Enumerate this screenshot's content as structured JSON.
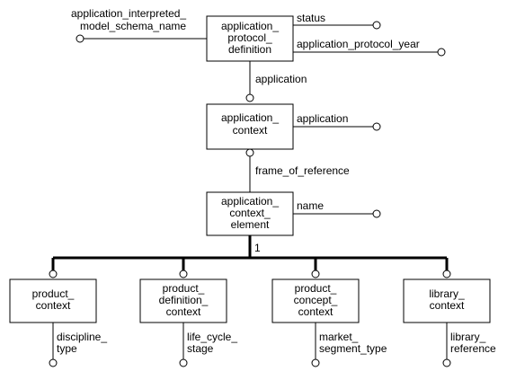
{
  "entities": {
    "application_protocol_definition": [
      "application_",
      "protocol_",
      "definition"
    ],
    "application_context": [
      "application_",
      "context"
    ],
    "application_context_element": [
      "application_",
      "context_",
      "element"
    ],
    "product_context": [
      "product_",
      "context"
    ],
    "product_definition_context": [
      "product_",
      "definition_",
      "context"
    ],
    "product_concept_context": [
      "product_",
      "concept_",
      "context"
    ],
    "library_context": [
      "library_",
      "context"
    ]
  },
  "attributes": {
    "application_interpreted_model_schema_name": [
      "application_interpreted_",
      "model_schema_name"
    ],
    "status": "status",
    "application_protocol_year": "application_protocol_year",
    "apd_application": "application",
    "ac_application": "application",
    "frame_of_reference": "frame_of_reference",
    "name": "name",
    "discipline_type": [
      "discipline_",
      "type"
    ],
    "life_cycle_stage": [
      "life_cycle_",
      "stage"
    ],
    "market_segment_type": [
      "market_",
      "segment_type"
    ],
    "library_reference": [
      "library_",
      "reference"
    ]
  },
  "subtype_label": "1"
}
